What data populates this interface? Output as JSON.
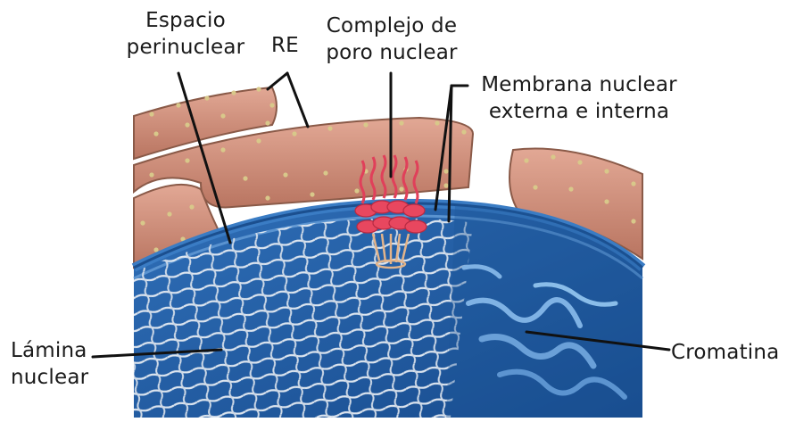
{
  "labels": {
    "espacio_line1": "Espacio",
    "espacio_line2": "perinuclear",
    "re": "RE",
    "complejo_line1": "Complejo de",
    "complejo_line2": "poro nuclear",
    "membrana_line1": "Membrana nuclear",
    "membrana_line2": "externa e interna",
    "lamina_line1": "Lámina",
    "lamina_line2": "nuclear",
    "cromatina": "Cromatina"
  },
  "colors": {
    "er_membrane": "#c98a78",
    "er_lumen_dots": "#d8c88a",
    "nuclear_envelope": "#2a5f9e",
    "nucleoplasm": "#1f5aa8",
    "lamina_mesh": "#dfe6ef",
    "pore_complex": "#e0405a",
    "chromatin": "#6aa0d8",
    "leader_lines": "#111111"
  }
}
